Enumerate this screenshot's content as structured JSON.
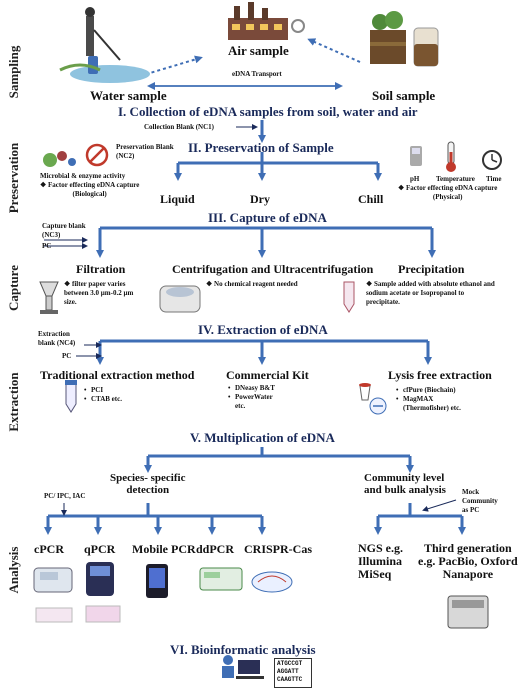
{
  "colors": {
    "arrow": "#3f6eb5",
    "dark": "#1a2a5a"
  },
  "side_labels": [
    "Sampling",
    "Preservation",
    "Capture",
    "Extraction",
    "Analysis"
  ],
  "sampling": {
    "air": "Air sample",
    "water": "Water sample",
    "soil": "Soil sample",
    "transport": "eDNA Transport"
  },
  "steps": {
    "s1": "I. Collection of eDNA samples from soil, water and air",
    "s2": "II. Preservation of  Sample",
    "s3": "III. Capture of eDNA",
    "s4": "IV. Extraction of eDNA",
    "s5": "V. Multiplication of eDNA",
    "s6": "VI. Bioinformatic analysis"
  },
  "preservation": {
    "blank_nc1": "Collection Blank (NC1)",
    "blank_nc2": "Preservation Blank\n(NC2)",
    "microbial": "Microbial & enzyme activity",
    "bio_factor": "❖ Factor effecting eDNA capture\n(Biological)",
    "liquid": "Liquid",
    "dry": "Dry",
    "chill": "Chill",
    "ph": "pH",
    "temperature": "Temperature",
    "time": "Time",
    "phys_factor": "❖ Factor effecting eDNA capture\n(Physical)"
  },
  "capture": {
    "blank_nc3": "Capture blank\n(NC3)",
    "pc": "PC",
    "filtration": "Filtration",
    "filtration_note": "❖ filter paper varies\nbetween 3.0 µm-0.2 µm\nsize.",
    "centrifugation": "Centrifugation and Ultracentrifugation",
    "centrifugation_note": "❖ No chemical reagent needed",
    "precipitation": "Precipitation",
    "precipitation_note": "❖ Sample added with absolute ethanol and\nsodium acetate or Isopropanol to\nprecipitate."
  },
  "extraction": {
    "blank_nc4": "Extraction\nblank (NC4)",
    "pc": "PC",
    "traditional": "Traditional extraction method",
    "traditional_items": [
      "PCI",
      "CTAB etc."
    ],
    "kit": "Commercial Kit",
    "kit_items": [
      "DNeasy B&T",
      "PowerWater\netc."
    ],
    "lysis": "Lysis free extraction",
    "lysis_items": [
      "cfPure (Biochain)",
      "MagMAX\n(Thermofisher) etc."
    ]
  },
  "multiplication": {
    "species": "Species- specific\ndetection",
    "community": "Community level\nand bulk analysis",
    "controls": "PC/ IPC, IAC",
    "mock": "Mock\nCommunity\nas PC",
    "methods": [
      "cPCR",
      "qPCR",
      "Mobile PCR",
      "ddPCR",
      "CRISPR-Cas"
    ],
    "ngs": "NGS e.g.\nIllumina\nMiSeq",
    "third": "Third generation\ne.g. PacBio, Oxford\nNanapore"
  },
  "bioinfo": {
    "sequence": "ATGCCGT\nAGGATT\nCAAGTTC"
  }
}
